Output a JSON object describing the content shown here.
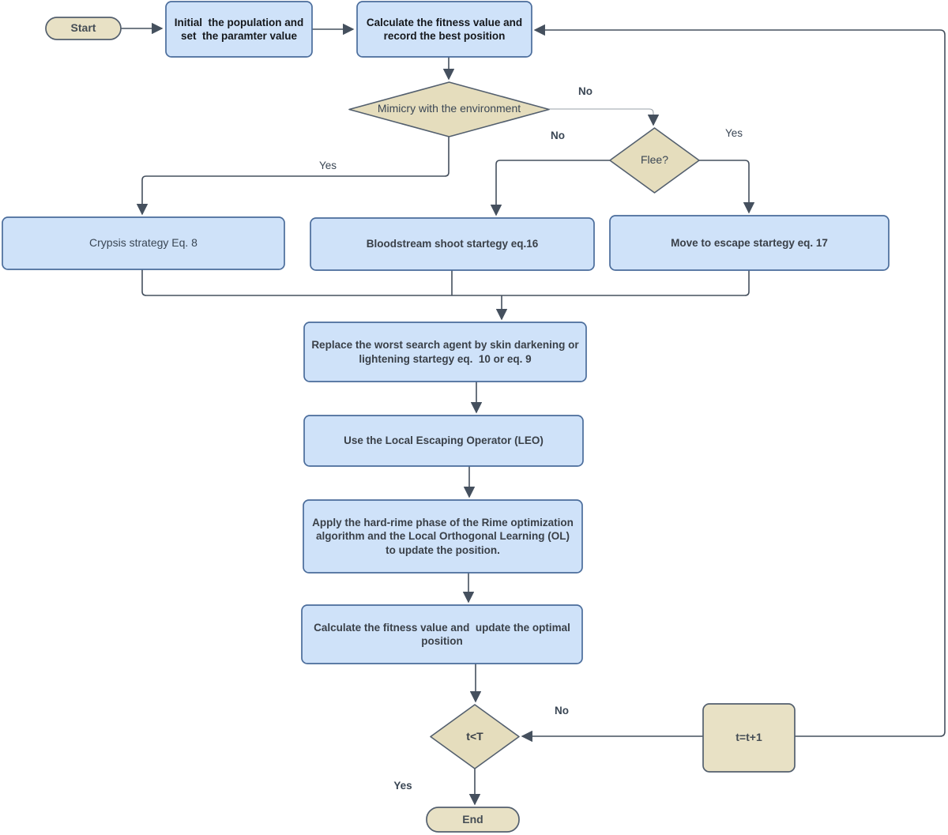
{
  "title": "Flowchart of optimization algorithm",
  "nodes": {
    "start": {
      "label": "Start"
    },
    "init": {
      "label": "Initial  the population and set  the paramter value"
    },
    "calc_best": {
      "label": "Calculate the fitness value and record the best position"
    },
    "mimicry": {
      "label": "Mimicry with the environment"
    },
    "flee": {
      "label": "Flee?"
    },
    "crypsis": {
      "label": "Crypsis strategy Eq. 8"
    },
    "bloodstream": {
      "label": "Bloodstream shoot startegy eq.16"
    },
    "move_escape": {
      "label": "Move to escape startegy eq. 17"
    },
    "replace": {
      "label": "Replace the worst search agent by skin darkening or lightening startegy eq.  10 or eq. 9"
    },
    "leo": {
      "label": "Use the Local Escaping Operator (LEO)"
    },
    "rime": {
      "label": "Apply the hard-rime phase of the Rime optimization algorithm and the Local Orthogonal Learning (OL) to update the position."
    },
    "update": {
      "label": "Calculate the fitness value and  update the optimal  position"
    },
    "t_check": {
      "label": "t<T"
    },
    "t_inc": {
      "label": "t=t+1"
    },
    "end": {
      "label": "End"
    }
  },
  "edge_labels": {
    "mimicry_no": "No",
    "mimicry_yes": "Yes",
    "flee_no": "No",
    "flee_yes": "Yes",
    "t_no": "No",
    "t_yes": "Yes"
  },
  "colors": {
    "blue_fill": "#cfe2f9",
    "blue_stroke": "#4a6c9b",
    "tan_fill": "#e8e1c5",
    "diamond_fill": "#e5ddbd",
    "tan_stroke": "#535f6e",
    "edge_color": "#45505e",
    "edge_light_color": "#9aa1a9",
    "dark_text": "#15181c",
    "node_text": "#3a4048",
    "soft_text": "#3a4654",
    "tan_text": "#454d55"
  }
}
